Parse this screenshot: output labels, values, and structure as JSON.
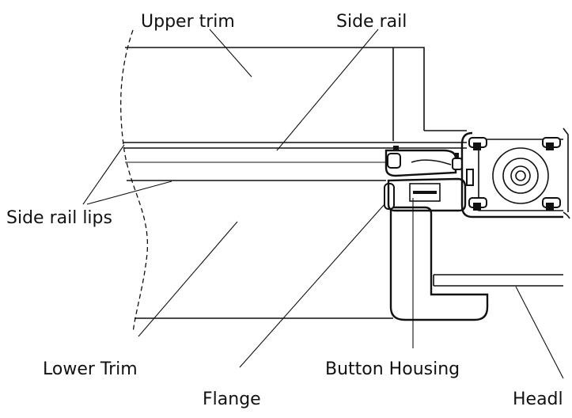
{
  "labels": {
    "upper_trim": "Upper trim",
    "side_rail": "Side rail",
    "side_rail_lips": "Side rail lips",
    "lower_trim": "Lower Trim",
    "button_housing": "Button Housing",
    "flange": "Flange",
    "headliner": "Headl"
  }
}
